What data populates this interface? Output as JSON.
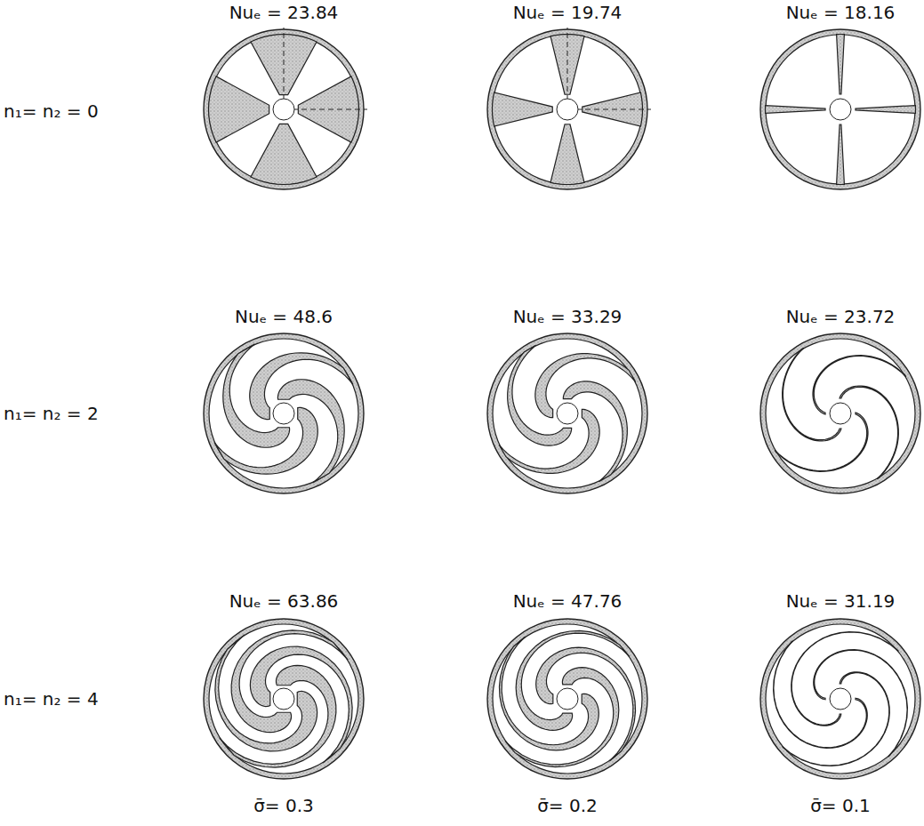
{
  "diagram": {
    "labels": [
      "Nuₑ = 23.84",
      "Nuₑ = 19.74",
      "Nuₑ = 18.16",
      "n₁= n₂ = 0",
      "Nuₑ = 48.6",
      "Nuₑ = 33.29",
      "Nuₑ = 23.72",
      "n₁= n₂ = 2",
      "Nuₑ = 63.86",
      "Nuₑ = 47.76",
      "Nuₑ = 31.19",
      "n₁= n₂ = 4",
      "σ̄= 0.3",
      "σ̄= 0.2",
      "σ̄= 0.1"
    ]
  }
}
